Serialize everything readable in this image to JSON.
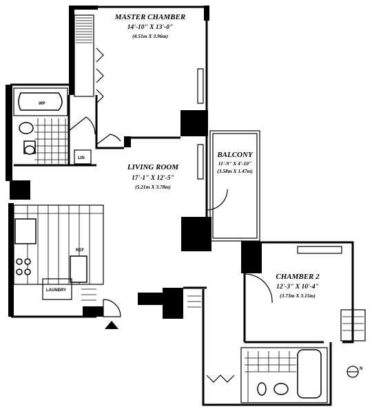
{
  "rooms": {
    "master": {
      "name": "MASTER CHAMBER",
      "dim_ft": "14'-10\" X 13'-0\"",
      "dim_m": "(4.51m X 3.96m)"
    },
    "living": {
      "name": "LIVING ROOM",
      "dim_ft": "17'-1\" X 12'-5\"",
      "dim_m": "(5.21m X 3.78m)"
    },
    "balcony": {
      "name": "BALCONY",
      "dim_ft": "11'-9\" X 4'-10\"",
      "dim_m": "(3.58m X 1.47m)"
    },
    "chamber2": {
      "name": "CHAMBER 2",
      "dim_ft": "12'-3\" X 10'-4\"",
      "dim_m": "(3.73m X 3.15m)"
    }
  },
  "fixtures": {
    "whirlpool": "WP",
    "linen": "LIN",
    "refrigerator": "REF",
    "laundry": "LAUNDRY"
  },
  "compass": "N"
}
